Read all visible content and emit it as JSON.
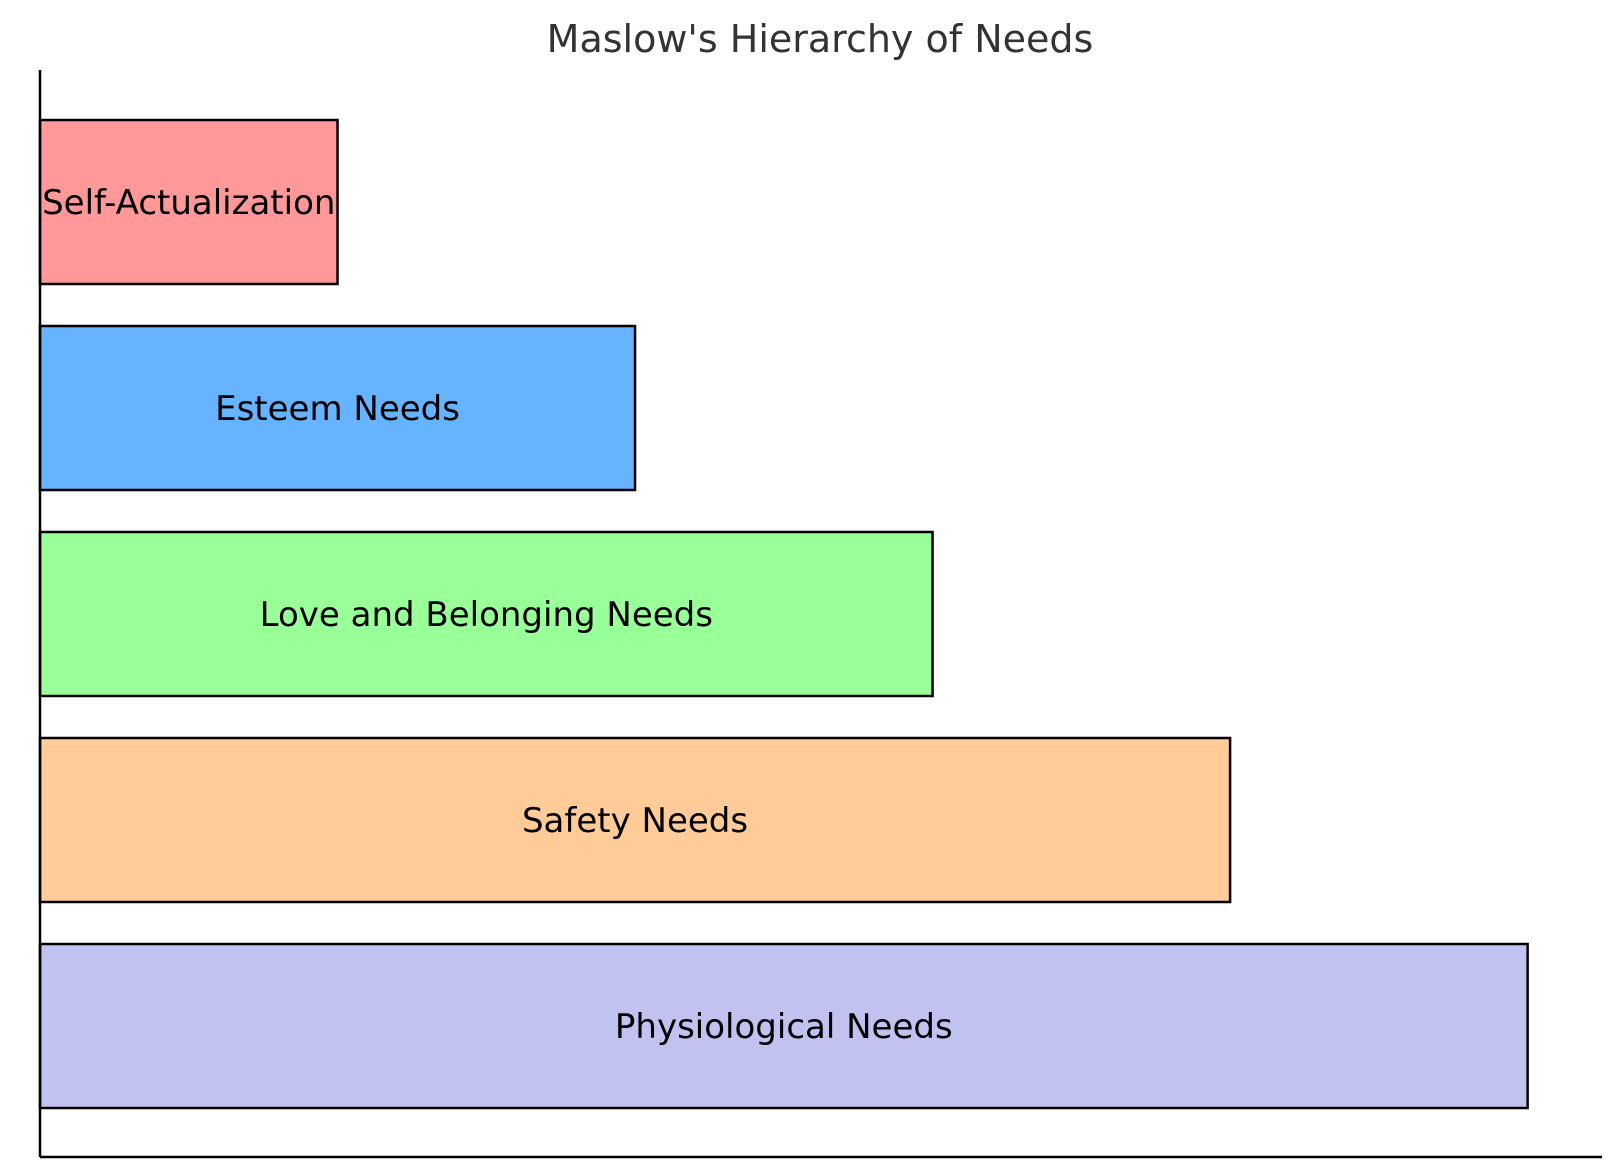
{
  "chart_data": {
    "type": "bar",
    "orientation": "horizontal",
    "title": "Maslow's Hierarchy of Needs",
    "xlabel": "",
    "ylabel": "",
    "grid": false,
    "categories": [
      "Physiological Needs",
      "Safety Needs",
      "Love and Belonging Needs",
      "Esteem Needs",
      "Self-Actualization"
    ],
    "values": [
      5,
      4,
      3,
      2,
      1
    ],
    "colors": [
      "#c2c2f0",
      "#ffcc99",
      "#99ff99",
      "#66b3ff",
      "#ff9999"
    ],
    "xlim": [
      0,
      5.25
    ],
    "labels_inside_bars": true
  }
}
